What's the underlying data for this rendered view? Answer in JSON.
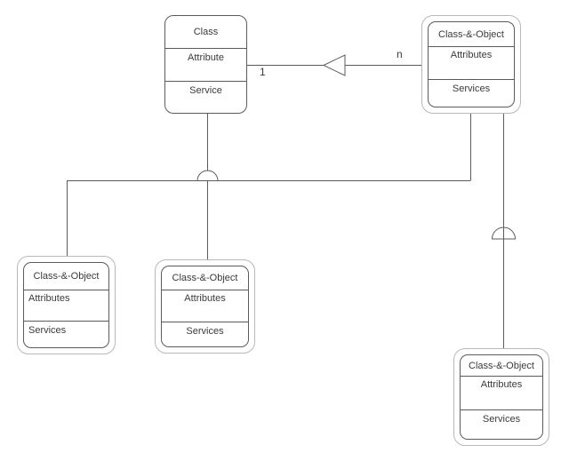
{
  "class_box": {
    "title": "Class",
    "attribute": "Attribute",
    "service": "Service"
  },
  "co_boxes": {
    "top_right": {
      "title": "Class-&-Object",
      "attributes": "Attributes",
      "services": "Services"
    },
    "bottom_left": {
      "title": "Class-&-Object",
      "attributes": "Attributes",
      "services": "Services"
    },
    "bottom_center": {
      "title": "Class-&-Object",
      "attributes": "Attributes",
      "services": "Services"
    },
    "bottom_right": {
      "title": "Class-&-Object",
      "attributes": "Attributes",
      "services": "Services"
    }
  },
  "labels": {
    "multiplicity_one": "1",
    "multiplicity_n": "n"
  },
  "colors": {
    "line": "#5b5b5b",
    "outer_border": "#b4b9bd",
    "text": "#3a3a3a",
    "background": "#ffffff"
  }
}
